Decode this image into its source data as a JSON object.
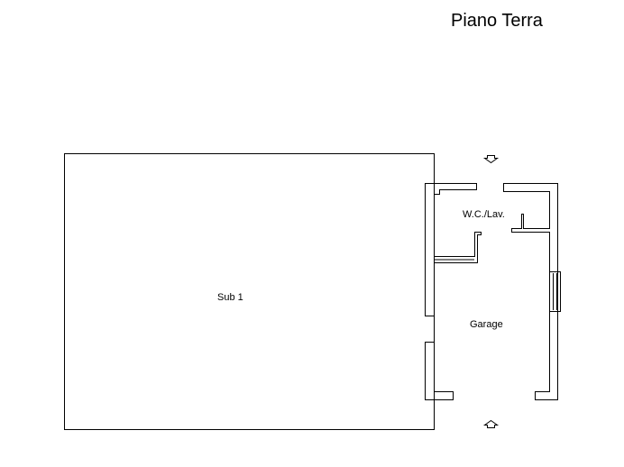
{
  "header": {
    "title": "Piano Terra"
  },
  "rooms": {
    "sub1": "Sub 1",
    "wc": "W.C./Lav.",
    "garage": "Garage"
  },
  "icons": {
    "entry_top": "arrow-down-icon",
    "entry_bottom": "arrow-up-icon"
  },
  "colors": {
    "background": "#ffffff",
    "lines": "#000000"
  }
}
